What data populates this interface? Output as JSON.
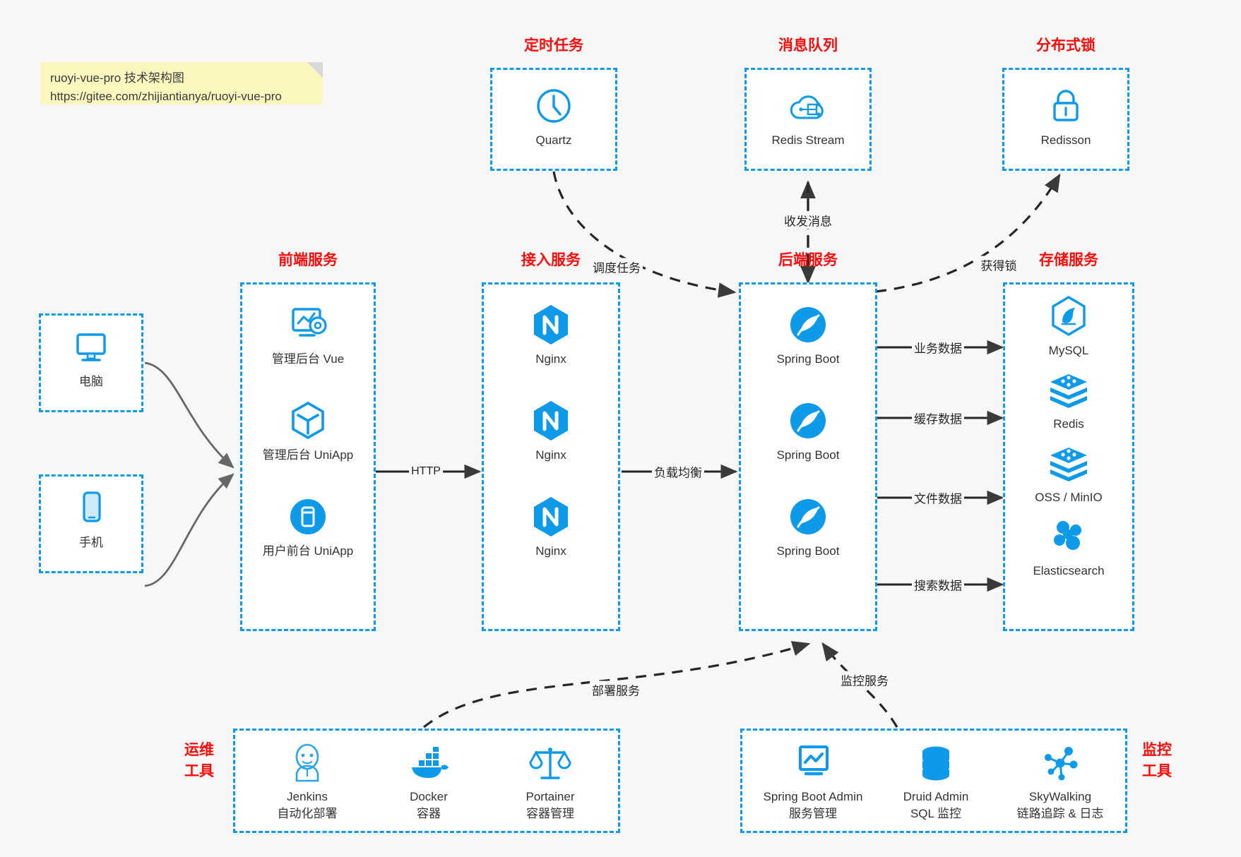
{
  "note": {
    "line1": "ruoyi-vue-pro 技术架构图",
    "line2": "https://gitee.com/zhijiantianya/ruoyi-vue-pro"
  },
  "colors": {
    "box_border": "#0d9ae8",
    "title_red": "#fc0b0b",
    "icon_blue": "#0d9ae8",
    "background": "#f7f7f7",
    "arrow": "#262626",
    "note_bg": "#fbf7bf"
  },
  "groups": {
    "scheduler": {
      "title": "定时任务",
      "items": [
        {
          "label": "Quartz",
          "icon": "clock-icon"
        }
      ]
    },
    "mq": {
      "title": "消息队列",
      "items": [
        {
          "label": "Redis Stream",
          "icon": "cloud-network-icon"
        }
      ]
    },
    "lock": {
      "title": "分布式锁",
      "items": [
        {
          "label": "Redisson",
          "icon": "lock-icon"
        }
      ]
    },
    "clients": {
      "items": [
        {
          "label": "电脑",
          "icon": "monitor-icon"
        },
        {
          "label": "手机",
          "icon": "phone-icon"
        }
      ]
    },
    "frontend": {
      "title": "前端服务",
      "items": [
        {
          "label": "管理后台 Vue",
          "icon": "dashboard-gear-icon"
        },
        {
          "label": "管理后台 UniApp",
          "icon": "cube-icon"
        },
        {
          "label": "用户前台 UniApp",
          "icon": "mobile-app-icon"
        }
      ]
    },
    "gateway": {
      "title": "接入服务",
      "items": [
        {
          "label": "Nginx",
          "icon": "nginx-icon"
        },
        {
          "label": "Nginx",
          "icon": "nginx-icon"
        },
        {
          "label": "Nginx",
          "icon": "nginx-icon"
        }
      ]
    },
    "backend": {
      "title": "后端服务",
      "items": [
        {
          "label": "Spring Boot",
          "icon": "spring-leaf-icon"
        },
        {
          "label": "Spring Boot",
          "icon": "spring-leaf-icon"
        },
        {
          "label": "Spring Boot",
          "icon": "spring-leaf-icon"
        }
      ]
    },
    "storage": {
      "title": "存储服务",
      "items": [
        {
          "label": "MySQL",
          "icon": "mysql-dolphin-icon"
        },
        {
          "label": "Redis",
          "icon": "redis-stack-icon"
        },
        {
          "label": "OSS / MinIO",
          "icon": "redis-stack-icon"
        },
        {
          "label": "Elasticsearch",
          "icon": "elasticsearch-icon"
        }
      ]
    },
    "devops": {
      "title_line1": "运维",
      "title_line2": "工具",
      "items": [
        {
          "label": "Jenkins",
          "sub": "自动化部署",
          "icon": "jenkins-butler-icon"
        },
        {
          "label": "Docker",
          "sub": "容器",
          "icon": "docker-whale-icon"
        },
        {
          "label": "Portainer",
          "sub": "容器管理",
          "icon": "scales-icon"
        }
      ]
    },
    "monitoring": {
      "title_line1": "监控",
      "title_line2": "工具",
      "items": [
        {
          "label": "Spring Boot Admin",
          "sub": "服务管理",
          "icon": "chart-monitor-icon"
        },
        {
          "label": "Druid Admin",
          "sub": "SQL 监控",
          "icon": "database-icon"
        },
        {
          "label": "SkyWalking",
          "sub": "链路追踪 & 日志",
          "icon": "skywalking-icon"
        }
      ]
    }
  },
  "edges": [
    {
      "label": "调度任务",
      "id": "quartz-to-backend"
    },
    {
      "label": "收发消息",
      "id": "backend-to-mq"
    },
    {
      "label": "获得锁",
      "id": "backend-to-lock"
    },
    {
      "label": "HTTP",
      "id": "frontend-to-gateway"
    },
    {
      "label": "负载均衡",
      "id": "gateway-to-backend"
    },
    {
      "label": "业务数据",
      "id": "backend-to-mysql"
    },
    {
      "label": "缓存数据",
      "id": "backend-to-redis"
    },
    {
      "label": "文件数据",
      "id": "backend-to-oss"
    },
    {
      "label": "搜索数据",
      "id": "backend-to-es"
    },
    {
      "label": "部署服务",
      "id": "devops-to-backend"
    },
    {
      "label": "监控服务",
      "id": "monitoring-to-backend"
    }
  ]
}
